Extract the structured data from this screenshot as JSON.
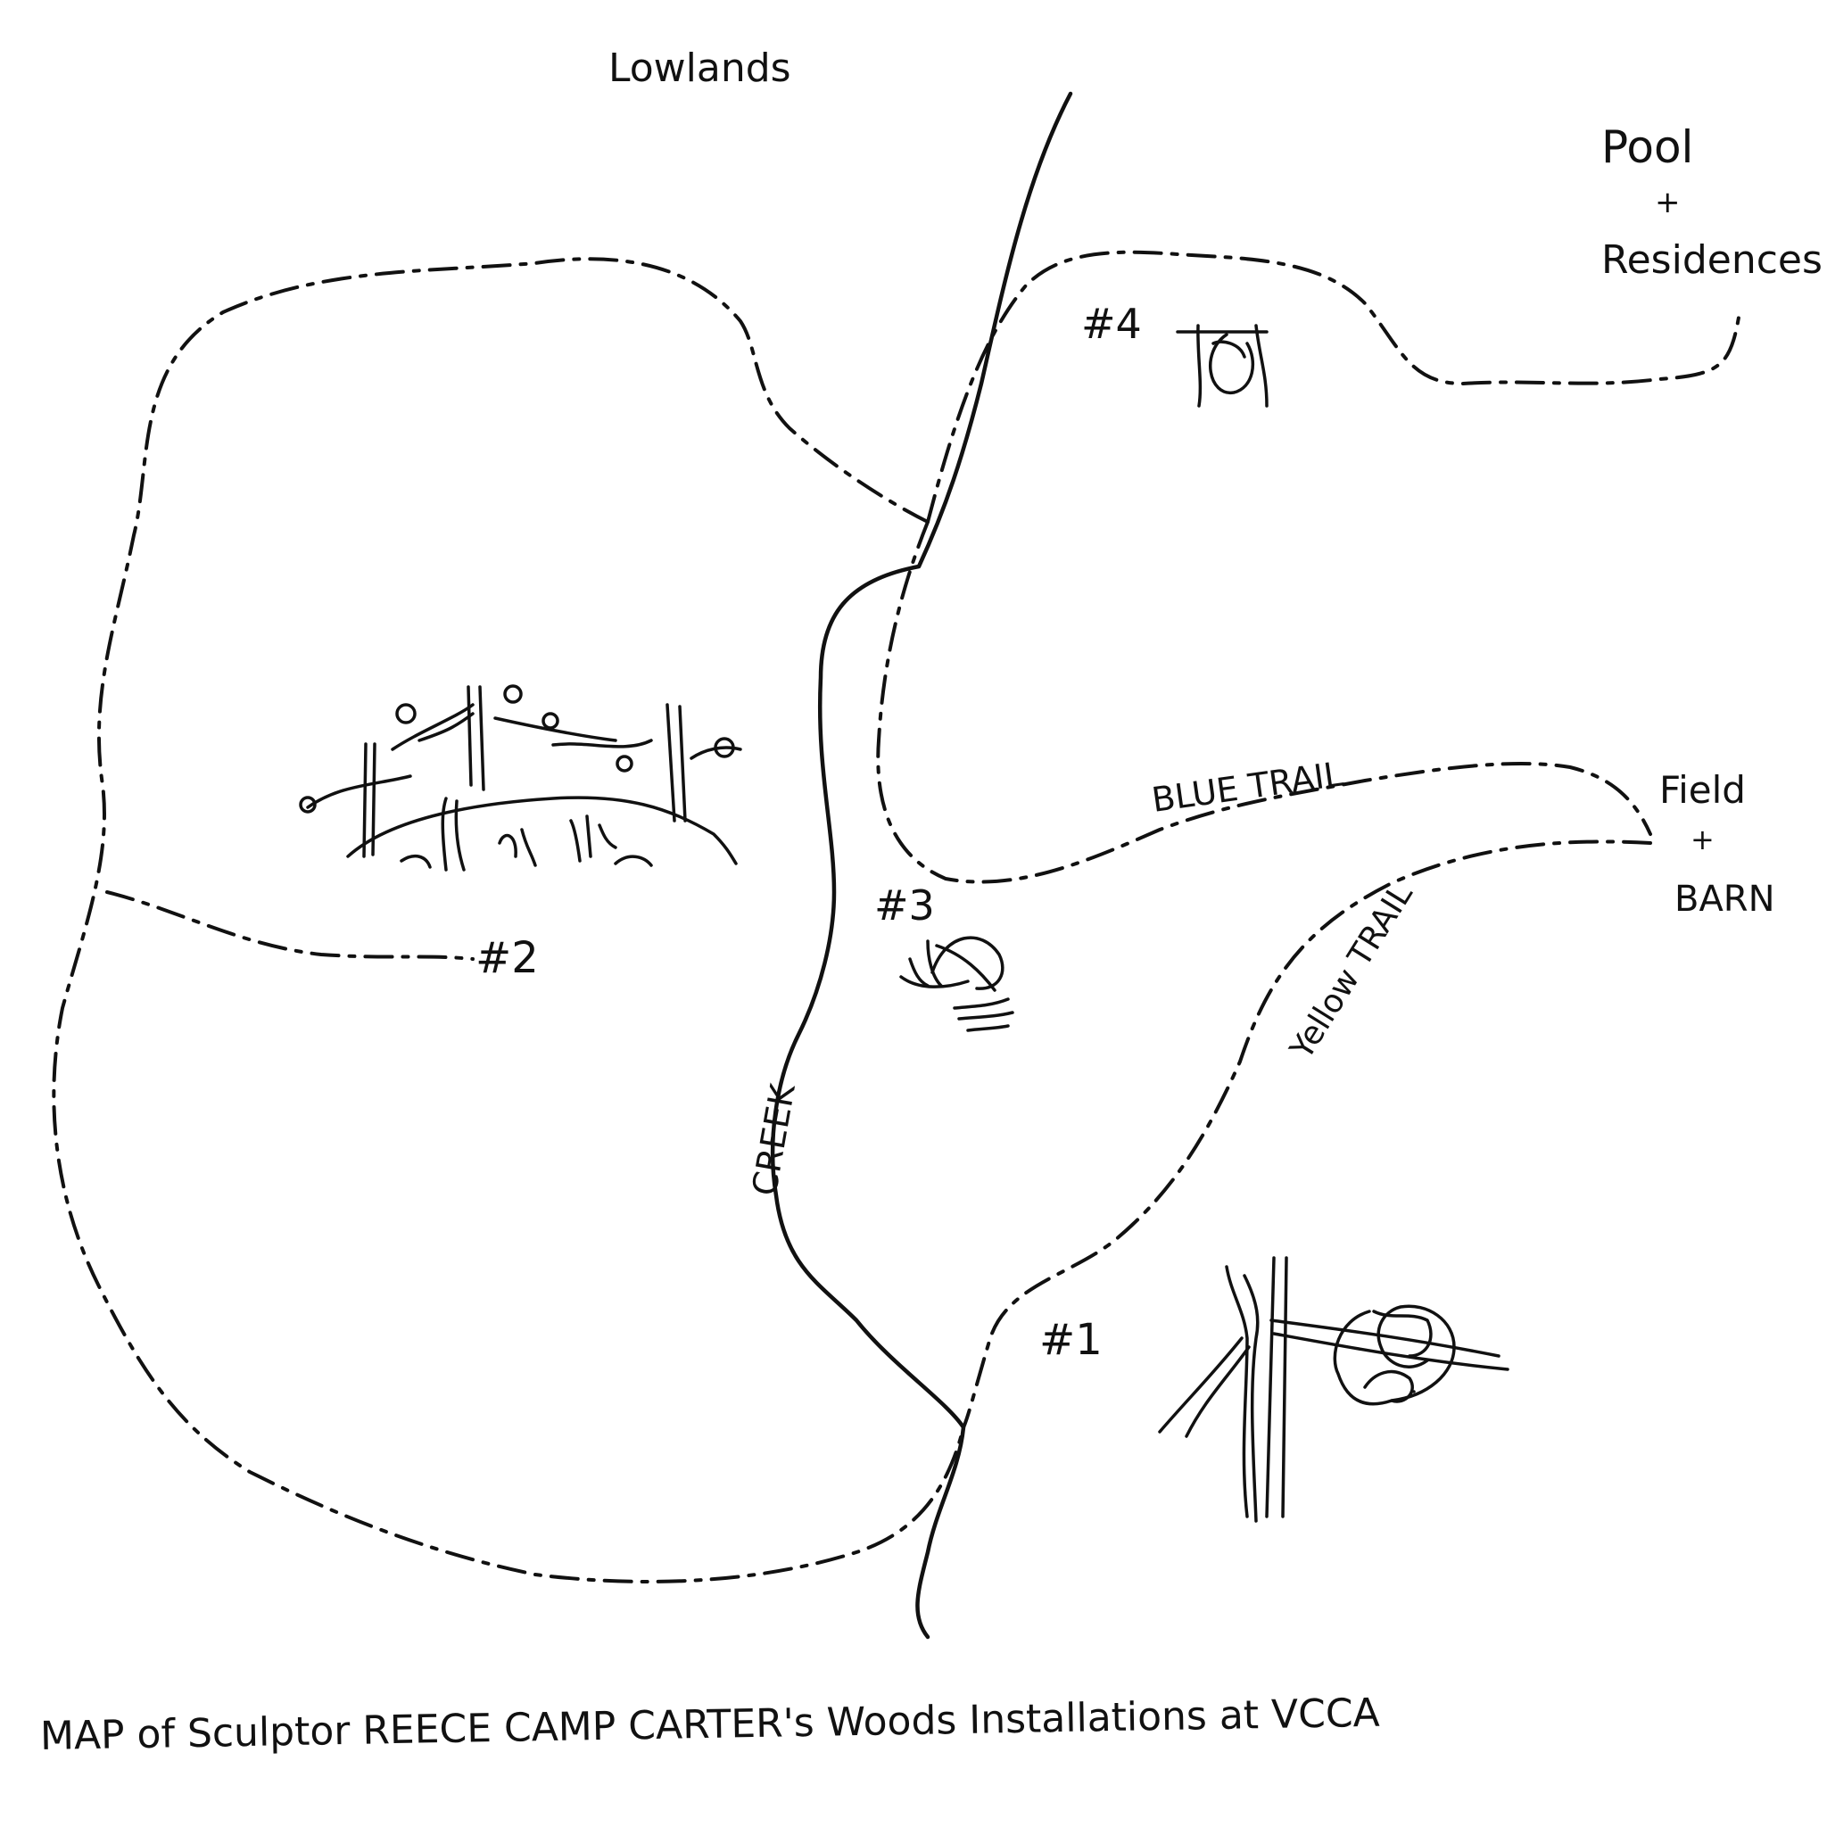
{
  "title": "MAP of Sculptor REECE CAMP CARTER's Woods Installations at VCCA",
  "places": {
    "lowlands": "Lowlands",
    "pool": "Pool",
    "pool_plus": "+",
    "residences": "Residences",
    "field": "Field",
    "field_plus": "+",
    "barn": "BARN"
  },
  "features": {
    "blue_trail": "BLUE TRAIL",
    "yellow_trail": "Yellow TRAIL",
    "creek": "CREEK"
  },
  "installations": {
    "one": "#1",
    "two": "#2",
    "three": "#3",
    "four": "#4"
  },
  "icons": {
    "installation_1": "tree-sculpture-icon",
    "installation_2": "treeline-sculpture-icon",
    "installation_3": "water-sculpture-icon",
    "installation_4": "arch-sculpture-icon"
  },
  "colors": {
    "ink": "#111111",
    "paper": "#ffffff"
  }
}
